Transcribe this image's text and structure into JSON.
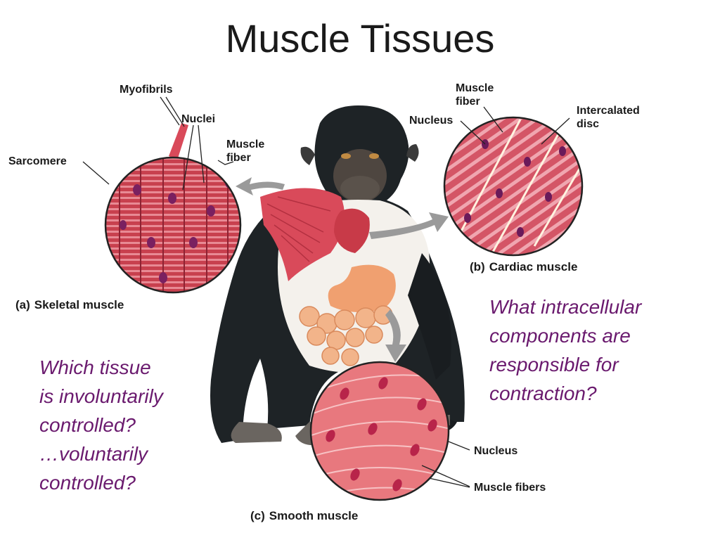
{
  "title": "Muscle Tissues",
  "skeletal": {
    "part": "(a)",
    "caption": "Skeletal muscle",
    "labels": {
      "myofibrils": "Myofibrils",
      "nuclei": "Nuclei",
      "sarcomere": "Sarcomere",
      "muscle_fiber": "Muscle\nfiber"
    }
  },
  "cardiac": {
    "part": "(b)",
    "caption": "Cardiac muscle",
    "labels": {
      "muscle_fiber": "Muscle\nfiber",
      "nucleus": "Nucleus",
      "intercalated_disc": "Intercalated\ndisc"
    }
  },
  "smooth": {
    "part": "(c)",
    "caption": "Smooth muscle",
    "labels": {
      "nucleus": "Nucleus",
      "muscle_fibers": "Muscle fibers"
    }
  },
  "questions": {
    "left": "Which tissue\nis involuntarily\ncontrolled?\n…voluntarily\ncontrolled?",
    "right": "What intracellular\ncomponents are\nresponsible for\ncontraction?"
  },
  "colors": {
    "question_text": "#6a1a6e",
    "muscle_red": "#d94a5a",
    "chimp_fur": "#1e2326"
  }
}
